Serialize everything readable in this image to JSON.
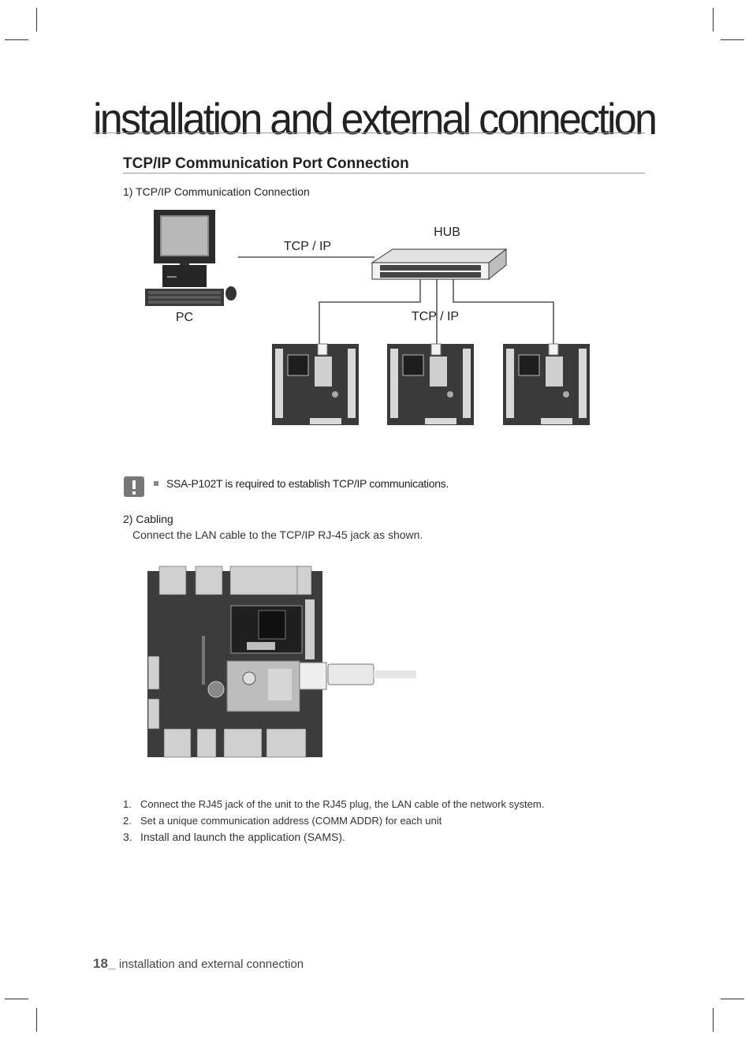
{
  "chapter_title": "installation and external connection",
  "section_heading": "TCP/IP Communication Port Connection",
  "subsection1": {
    "label": "1) TCP/IP Communication Connection"
  },
  "diagram": {
    "pc_label": "PC",
    "hub_label": "HUB",
    "tcpip_label_top": "TCP / IP",
    "tcpip_label_bottom": "TCP / IP"
  },
  "note": {
    "text": "SSA-P102T is required to establish TCP/IP communications."
  },
  "subsection2": {
    "label": "2) Cabling",
    "description": "Connect the LAN cable to the TCP/IP RJ-45 jack as shown."
  },
  "steps": [
    {
      "num": "1.",
      "text": "Connect the RJ45 jack of the unit to the RJ45 plug, the LAN cable of the network system."
    },
    {
      "num": "2.",
      "text": "Set a unique communication address (COMM ADDR) for each unit"
    },
    {
      "num": "3.",
      "text": "Install and launch the application (SAMS)."
    }
  ],
  "footer": {
    "page_number": "18_",
    "text": "installation and external connection"
  }
}
